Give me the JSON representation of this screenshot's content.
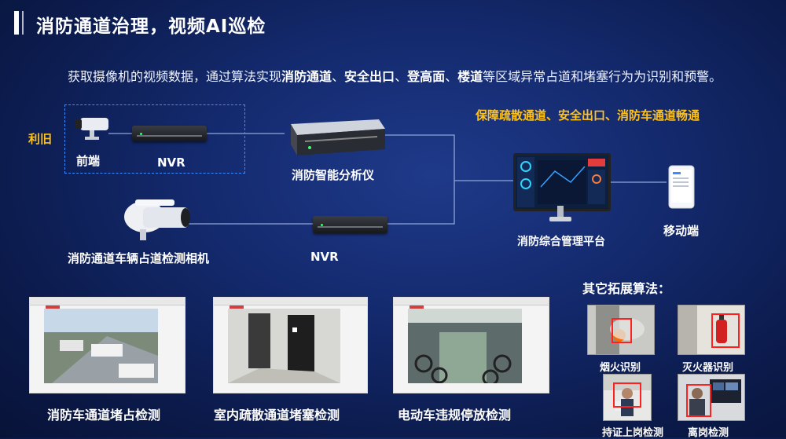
{
  "header": {
    "title": "消防通道治理，视频AI巡检"
  },
  "intro": {
    "prefix": "获取摄像机的视频数据，通过算法实现",
    "kw1": "消防通道",
    "sep1": "、",
    "kw2": "安全出口",
    "sep2": "、",
    "kw3": "登高面",
    "sep3": "、",
    "kw4": "楼道",
    "suffix": "等区域异常占道和堵塞行为为识别和预警。"
  },
  "diagram": {
    "reuse_label": "利旧",
    "front_end": "前端",
    "nvr_top": "NVR",
    "analyzer": "消防智能分析仪",
    "camera_bottom": "消防通道车辆占道检测相机",
    "nvr_bottom": "NVR",
    "goal": "保障疏散通道、安全出口、消防车通道畅通",
    "platform": "消防综合管理平台",
    "mobile": "移动端"
  },
  "cases": [
    {
      "caption": "消防车通道堵占检测"
    },
    {
      "caption": "室内疏散通道堵塞检测"
    },
    {
      "caption": "电动车违规停放检测"
    }
  ],
  "extensions": {
    "title": "其它拓展算法：",
    "items": [
      {
        "label": "烟火识别"
      },
      {
        "label": "灭火器识别"
      },
      {
        "label": "持证上岗检测"
      },
      {
        "label": "离岗检测"
      }
    ]
  },
  "colors": {
    "accent": "#ffc21a",
    "line": "#8fa6d6",
    "dash": "#3a8cff",
    "alert": "#ff2020"
  }
}
